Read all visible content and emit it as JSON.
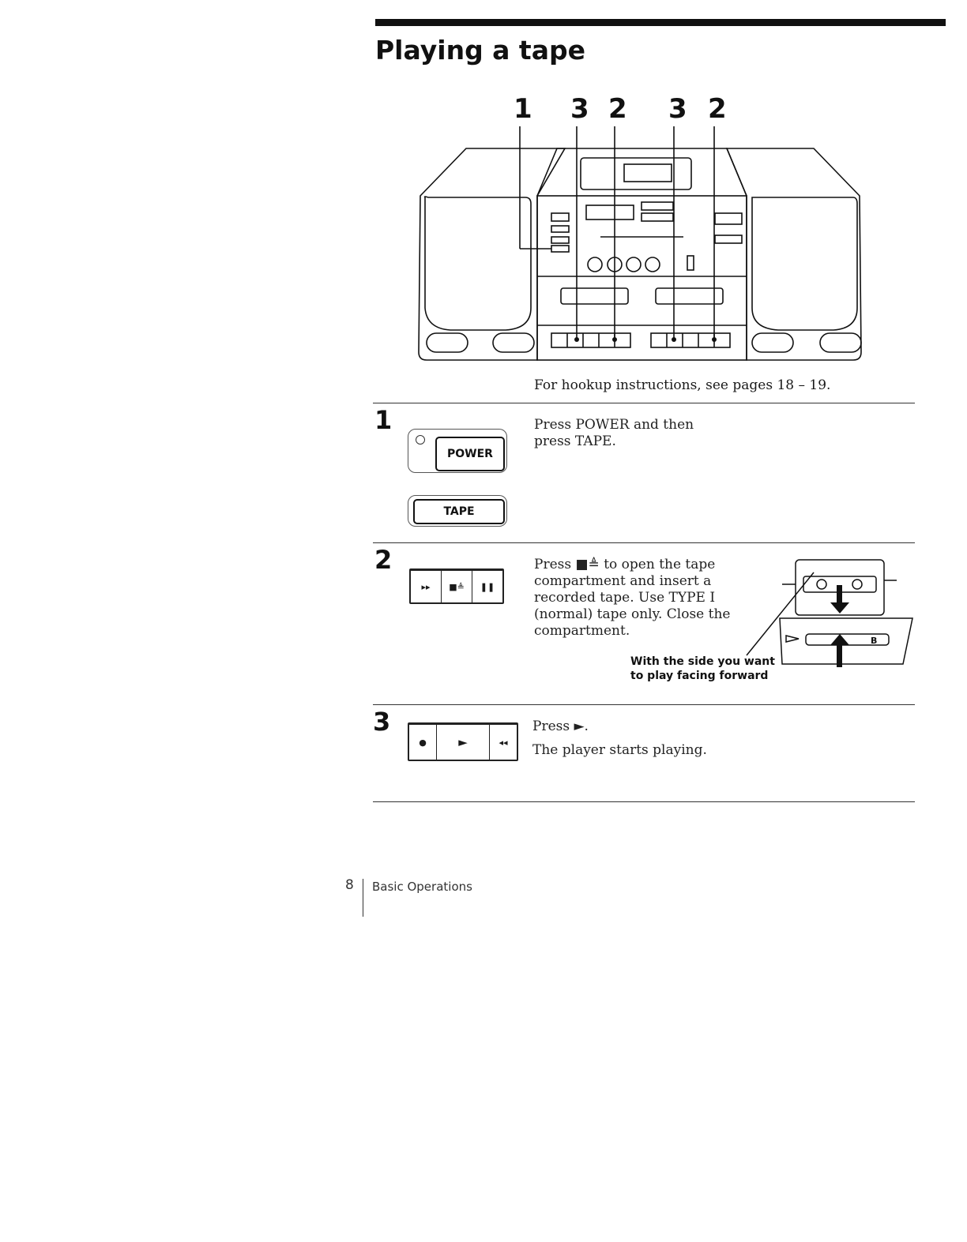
{
  "page": {
    "title": "Playing a tape",
    "page_number": "8",
    "section": "Basic Operations"
  },
  "figure": {
    "callouts": [
      "1",
      "3",
      "2",
      "3",
      "2"
    ],
    "caption": "For hookup instructions, see pages 18 – 19."
  },
  "steps": [
    {
      "number": "1",
      "text": "Press POWER and then press TAPE.",
      "buttons": [
        "POWER",
        "TAPE"
      ]
    },
    {
      "number": "2",
      "text": "Press ■≜ to open the tape compartment and insert a recorded tape. Use TYPE I (normal) tape only. Close the compartment.",
      "keys": [
        "▸▸",
        "■≜",
        "❚❚"
      ],
      "note": [
        "With the side you want",
        "to play facing forward"
      ],
      "cassette_label": "B"
    },
    {
      "number": "3",
      "text": "Press ►.",
      "subtext": "The player starts playing.",
      "keys": [
        "●",
        "►",
        "◂◂"
      ]
    }
  ]
}
